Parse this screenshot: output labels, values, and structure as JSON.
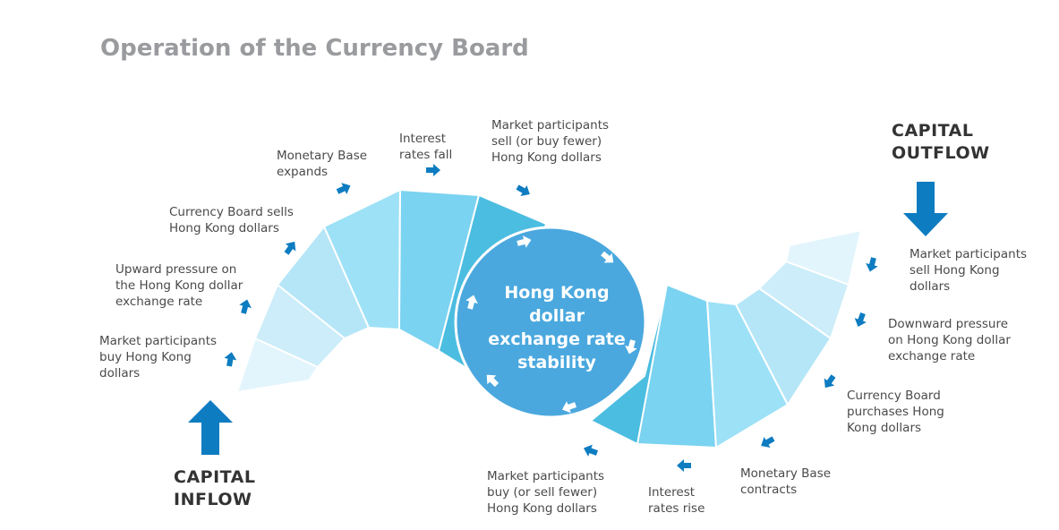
{
  "title": "Operation of the Currency Board",
  "capital_inflow": [
    "CAPITAL",
    "INFLOW"
  ],
  "capital_outflow": [
    "CAPITAL",
    "OUTFLOW"
  ],
  "center_text": [
    "Hong Kong",
    "dollar",
    "exchange rate",
    "stability"
  ],
  "inflow_steps": [
    [
      "Market participants",
      "buy Hong Kong",
      "dollars"
    ],
    [
      "Upward pressure on",
      "the Hong Kong dollar",
      "exchange rate"
    ],
    [
      "Currency Board sells",
      "Hong Kong dollars"
    ],
    [
      "Monetary Base",
      "expands"
    ],
    [
      "Interest",
      "rates fall"
    ],
    [
      "Market participants",
      "sell (or buy fewer)",
      "Hong Kong dollars"
    ]
  ],
  "outflow_steps": [
    [
      "Market participants",
      "sell Hong Kong",
      "dollars"
    ],
    [
      "Downward pressure",
      "on Hong Kong dollar",
      "exchange rate"
    ],
    [
      "Currency Board",
      "purchases Hong",
      "Kong dollars"
    ],
    [
      "Monetary Base",
      "contracts"
    ],
    [
      "Interest",
      "rates rise"
    ],
    [
      "Market participants",
      "buy (or sell fewer)",
      "Hong Kong dollars"
    ]
  ],
  "colors": {
    "arrow": "#0e7cc1",
    "circle": "#4aa8de",
    "circle_stroke": "#ffffff",
    "title": "#9a9b9e",
    "text": "#4a4a4a",
    "caption": "#333333",
    "band_shades": [
      "#e3f5fc",
      "#ccedf9",
      "#b5e6f7",
      "#9de1f7",
      "#7ad3f0",
      "#4bbde0"
    ]
  }
}
